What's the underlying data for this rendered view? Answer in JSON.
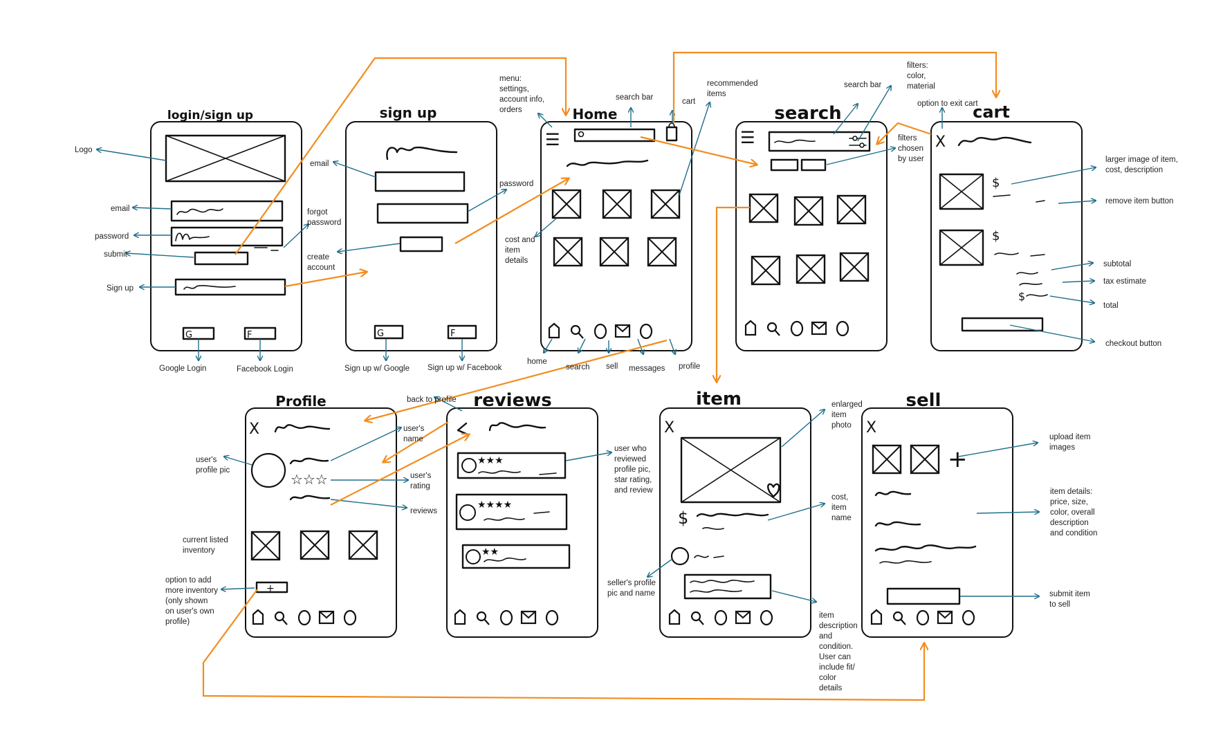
{
  "colors": {
    "ink": "#111111",
    "annotation_arrow": "#1f6f8b",
    "flow_arrow": "#f28c1e",
    "background": "#ffffff"
  },
  "screens": {
    "login": "login/sign up",
    "signup": "sign up",
    "home": "Home",
    "search": "search",
    "cart": "cart",
    "profile": "Profile",
    "reviews": "reviews",
    "item": "item",
    "sell": "sell"
  },
  "labels": {
    "logo": "Logo",
    "login_email": "email",
    "login_password": "password",
    "login_submit": "submit",
    "login_signup": "Sign up",
    "forgot_password": [
      "forgot",
      "password"
    ],
    "create_account": [
      "create",
      "account"
    ],
    "google_login": "Google Login",
    "facebook_login": "Facebook Login",
    "signup_email": "email",
    "signup_password": "password",
    "signup_google": "Sign up w/ Google",
    "signup_facebook": "Sign up w/ Facebook",
    "menu": [
      "menu:",
      "settings,",
      "account info,",
      "orders"
    ],
    "home_search_bar": "search bar",
    "cart": "cart",
    "recommended_items": [
      "recommended",
      "items"
    ],
    "cost_item_details": [
      "cost and",
      "item",
      "details"
    ],
    "nav_home": "home",
    "nav_search": "search",
    "nav_sell": "sell",
    "nav_messages": "messages",
    "nav_profile": "profile",
    "search_search_bar": "search bar",
    "filters": [
      "filters:",
      "color,",
      "material"
    ],
    "filters_chosen": [
      "filters",
      "chosen",
      "by user"
    ],
    "option_exit_cart": "option to exit cart",
    "larger_image": [
      "larger image of item,",
      "cost, description"
    ],
    "remove_item": "remove item button",
    "subtotal": "subtotal",
    "tax_estimate": "tax estimate",
    "total": "total",
    "checkout_button": "checkout button",
    "back_to_profile": "back to profile",
    "users_name": [
      "user's",
      "name"
    ],
    "users_rating": [
      "user's",
      "rating"
    ],
    "reviews": "reviews",
    "users_profile_pic": [
      "user's",
      "profile pic"
    ],
    "current_inventory": [
      "current listed",
      "inventory"
    ],
    "add_inventory": [
      "option to add",
      "more inventory",
      "(only shown",
      "on user's own",
      "profile)"
    ],
    "reviewer_info": [
      "user who",
      "reviewed",
      "profile pic,",
      "star rating,",
      "and review"
    ],
    "enlarged_photo": [
      "enlarged",
      "item",
      "photo"
    ],
    "cost_item_name": [
      "cost,",
      "item",
      "name"
    ],
    "sellers_pic": [
      "seller's profile",
      "pic and name"
    ],
    "item_description": [
      "item",
      "description",
      "and",
      "condition.",
      "User can",
      "include fit/",
      "color",
      "details"
    ],
    "upload_images": [
      "upload item",
      "images"
    ],
    "item_details": [
      "item details:",
      "price, size,",
      "color, overall",
      "description",
      "and condition"
    ],
    "submit_sell": [
      "submit item",
      "to sell"
    ]
  },
  "glyphs": {
    "star3": "★★★",
    "star4": "★★★★",
    "star2": "★★",
    "stars_outline": "☆☆☆",
    "dollar": "$",
    "close": "X",
    "plus": "+",
    "menu": "☰",
    "google_short": "G",
    "facebook_short": "F"
  }
}
